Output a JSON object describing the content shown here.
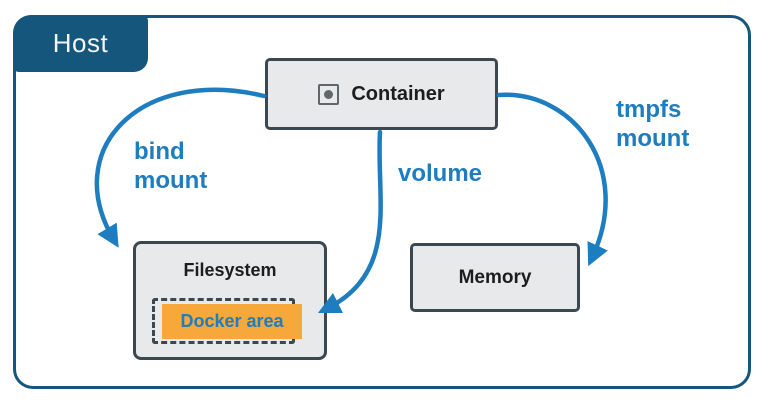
{
  "diagram": {
    "title_context": "Docker mount types on a host",
    "host": {
      "label": "Host"
    },
    "nodes": {
      "container": {
        "label": "Container",
        "icon": "container-icon"
      },
      "filesystem": {
        "label": "Filesystem"
      },
      "docker_area": {
        "label": "Docker area"
      },
      "memory": {
        "label": "Memory"
      }
    },
    "edges": [
      {
        "id": "bind-mount",
        "label": "bind mount",
        "from": "container",
        "to": "filesystem"
      },
      {
        "id": "volume",
        "label": "volume",
        "from": "container",
        "to": "docker_area"
      },
      {
        "id": "tmpfs-mount",
        "label": "tmpfs mount",
        "from": "container",
        "to": "memory"
      }
    ],
    "colors": {
      "accent_blue": "#1d7dbf",
      "dark_blue": "#15567d",
      "orange": "#f6a83b",
      "box_fill": "#e7e9ea",
      "box_border": "#3b4751",
      "text_dark": "#1b1d1f",
      "host_text": "#f4f4f4"
    }
  }
}
